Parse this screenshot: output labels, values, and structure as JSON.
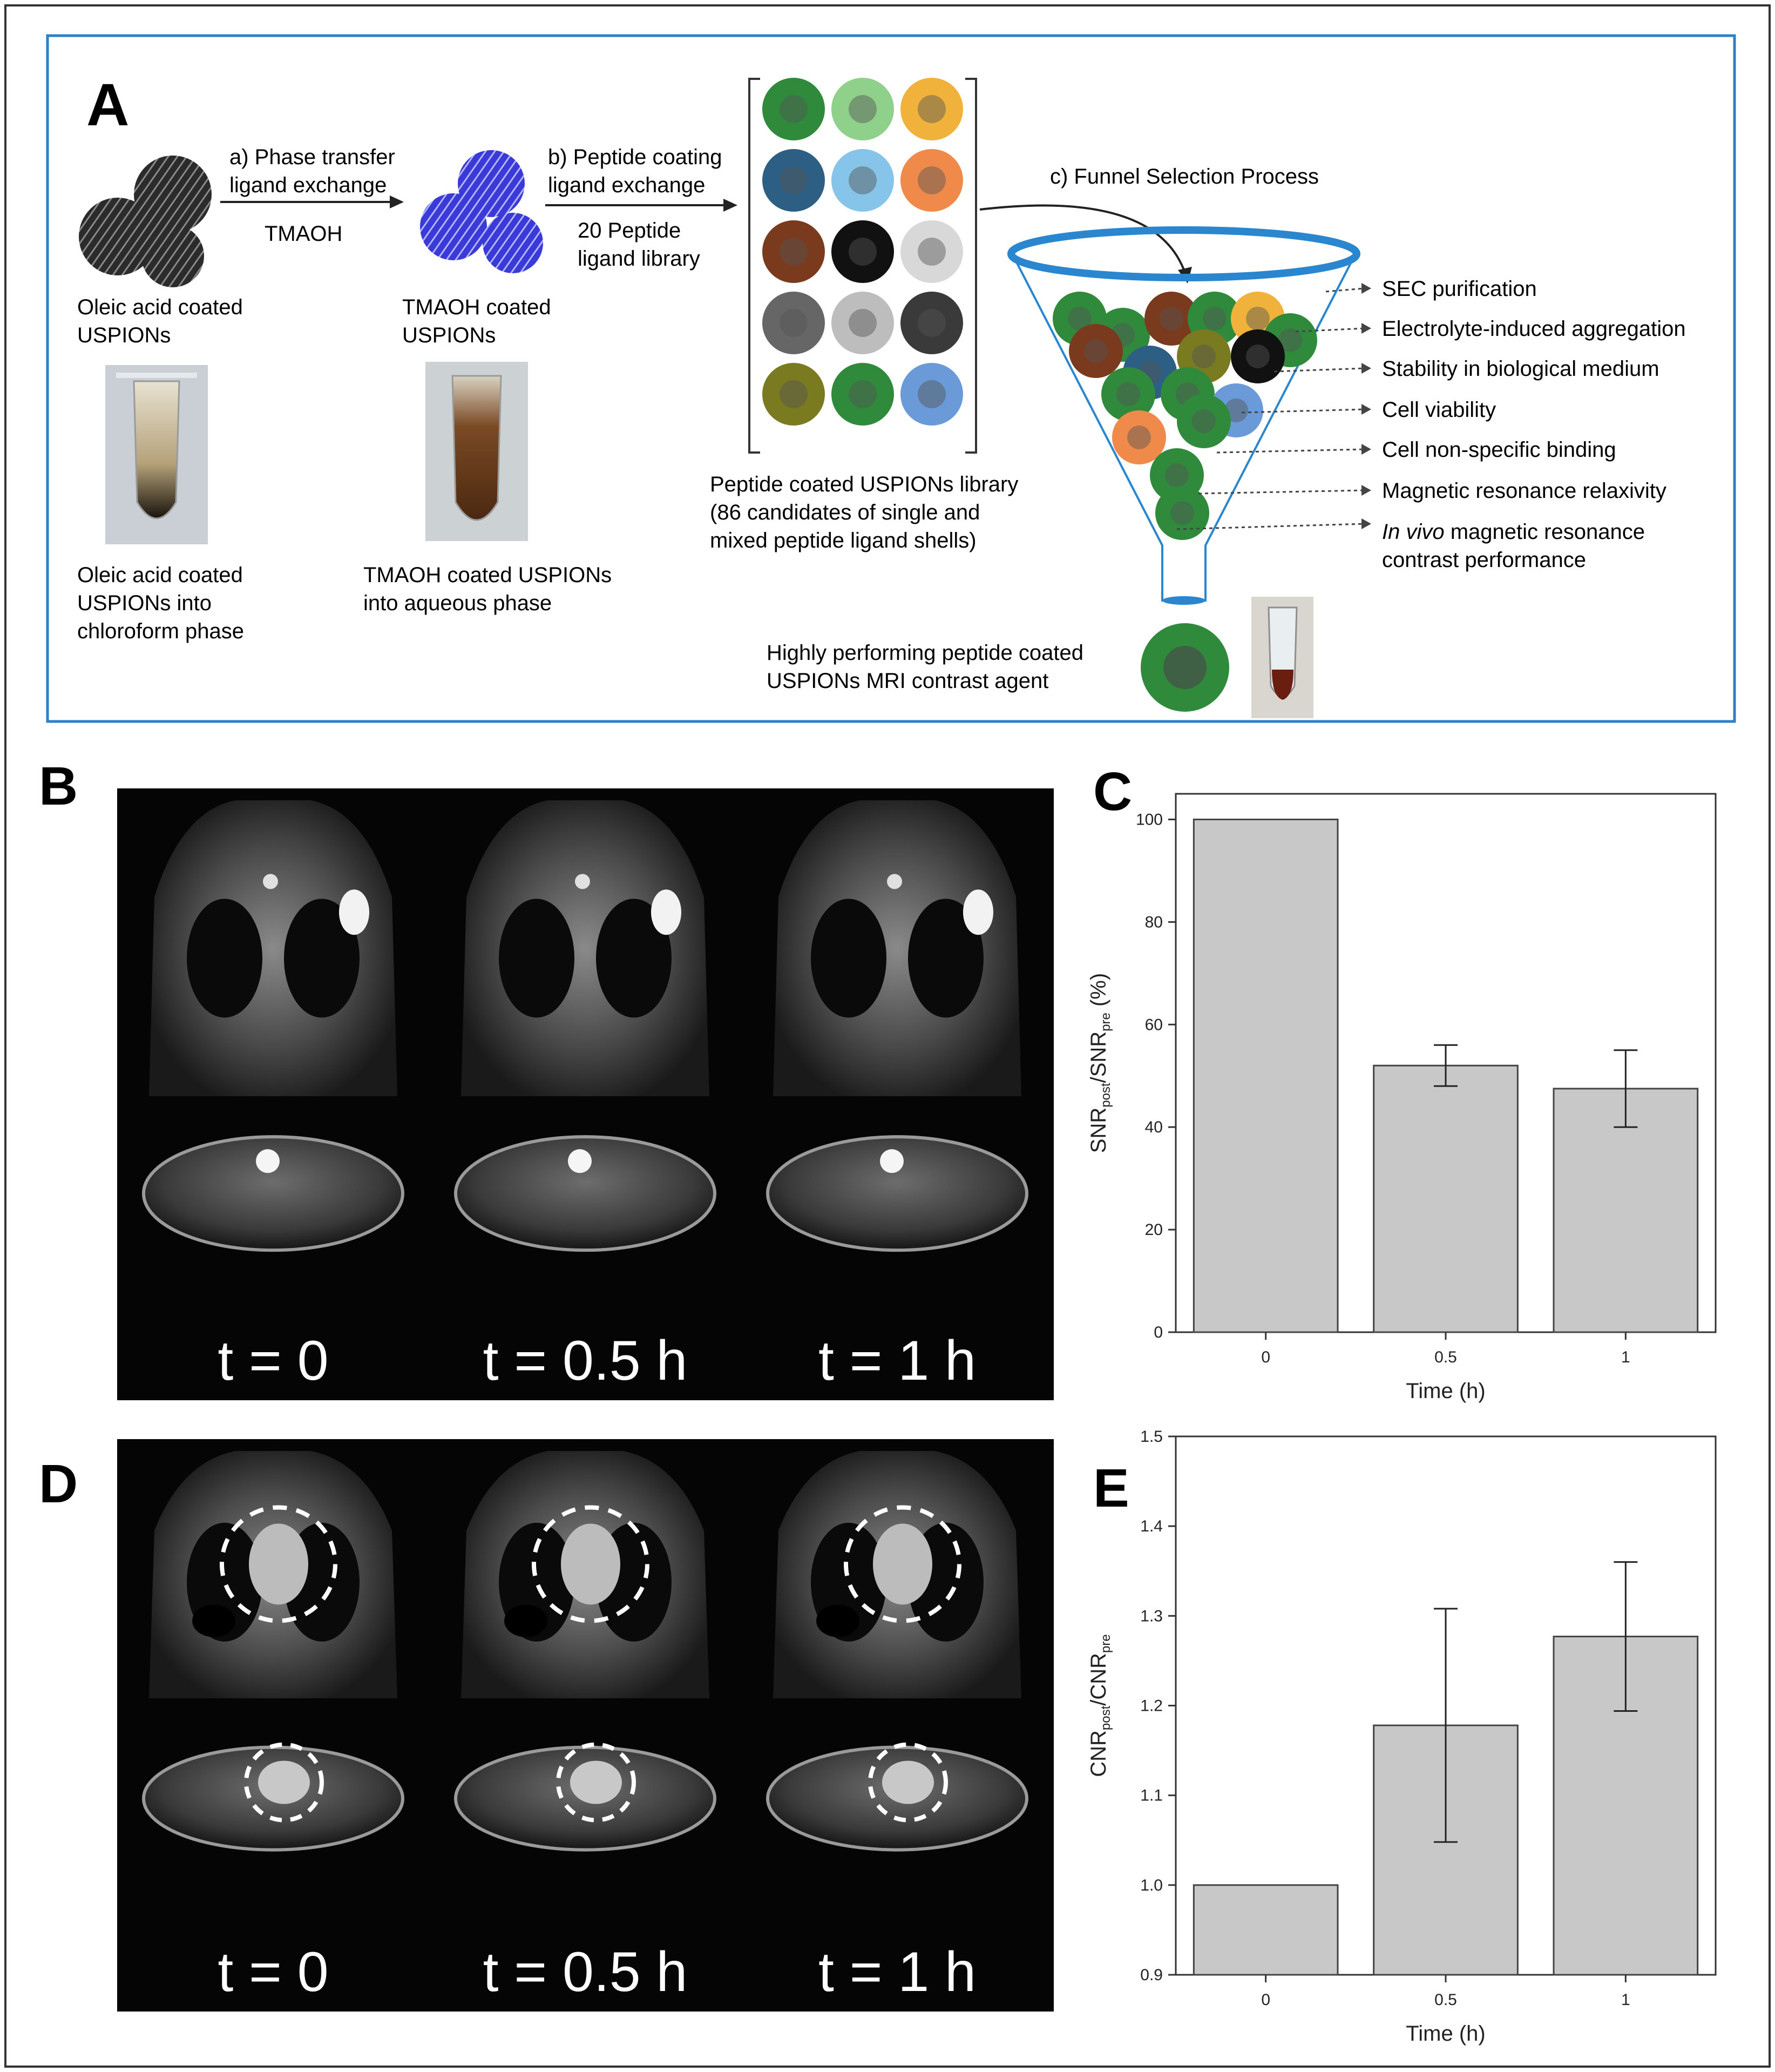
{
  "panel_labels": {
    "A": "A",
    "B": "B",
    "C": "C",
    "D": "D",
    "E": "E"
  },
  "scheme": {
    "step_a": [
      "a) Phase transfer",
      "ligand exchange"
    ],
    "step_a_reagent": "TMAOH",
    "step_b": [
      "b) Peptide coating",
      "ligand exchange"
    ],
    "step_b_library": [
      "20 Peptide",
      "ligand library"
    ],
    "step_c": "c) Funnel Selection Process",
    "oleic_label": [
      "Oleic acid coated",
      "USPIONs"
    ],
    "tmaoh_label": [
      "TMAOH coated",
      "USPIONs"
    ],
    "oleic_photo_caption": [
      "Oleic acid coated",
      "USPIONs into",
      "chloroform phase"
    ],
    "tmaoh_photo_caption": [
      "TMAOH coated USPIONs",
      "into aqueous phase"
    ],
    "library_caption": [
      "Peptide coated USPIONs library",
      "(86 candidates of single and",
      "mixed peptide ligand shells)"
    ],
    "funnel_steps": [
      "SEC purification",
      "Electrolyte-induced aggregation",
      "Stability in biological medium",
      "Cell viability",
      "Cell non-specific binding",
      "Magnetic resonance relaxivity"
    ],
    "funnel_last_step_italic": "In vivo",
    "funnel_last_step_rest": " magnetic resonance",
    "funnel_last_step_line2": "contrast performance",
    "final_caption": [
      "Highly performing peptide coated",
      "USPIONs MRI contrast agent"
    ],
    "colors": {
      "frame": "#2e7fc6",
      "funnel": "#2a86cf"
    }
  },
  "mri_time_labels": [
    "t = 0",
    "t = 0.5 h",
    "t = 1 h"
  ],
  "chart_data": [
    {
      "panel": "C",
      "type": "bar",
      "categories": [
        "0",
        "0.5",
        "1"
      ],
      "values": [
        100,
        52,
        47.5
      ],
      "errors": [
        0,
        4,
        7.5
      ],
      "xlabel": "Time (h)",
      "ylabel_main": "SNR",
      "ylabel_sub1": "post",
      "ylabel_mid": "/SNR",
      "ylabel_sub2": "pre",
      "ylabel_tail": " (%)",
      "ylim": [
        0,
        105
      ],
      "yticks": [
        0,
        20,
        40,
        60,
        80,
        100
      ],
      "ytick_labels": [
        "0",
        "20",
        "40",
        "60",
        "80",
        "100"
      ],
      "bar_color": "#c8c8c8"
    },
    {
      "panel": "E",
      "type": "bar",
      "categories": [
        "0",
        "0.5",
        "1"
      ],
      "values": [
        1.0,
        1.178,
        1.277
      ],
      "errors": [
        0,
        0.13,
        0.083
      ],
      "xlabel": "Time (h)",
      "ylabel_main": "CNR",
      "ylabel_sub1": "post",
      "ylabel_mid": "/CNR",
      "ylabel_sub2": "pre",
      "ylabel_tail": "",
      "ylim": [
        0.9,
        1.5
      ],
      "yticks": [
        0.9,
        1.0,
        1.1,
        1.2,
        1.3,
        1.4,
        1.5
      ],
      "ytick_labels": [
        "0.9",
        "1.0",
        "1.1",
        "1.2",
        "1.3",
        "1.4",
        "1.5"
      ],
      "bar_color": "#c8c8c8"
    }
  ]
}
